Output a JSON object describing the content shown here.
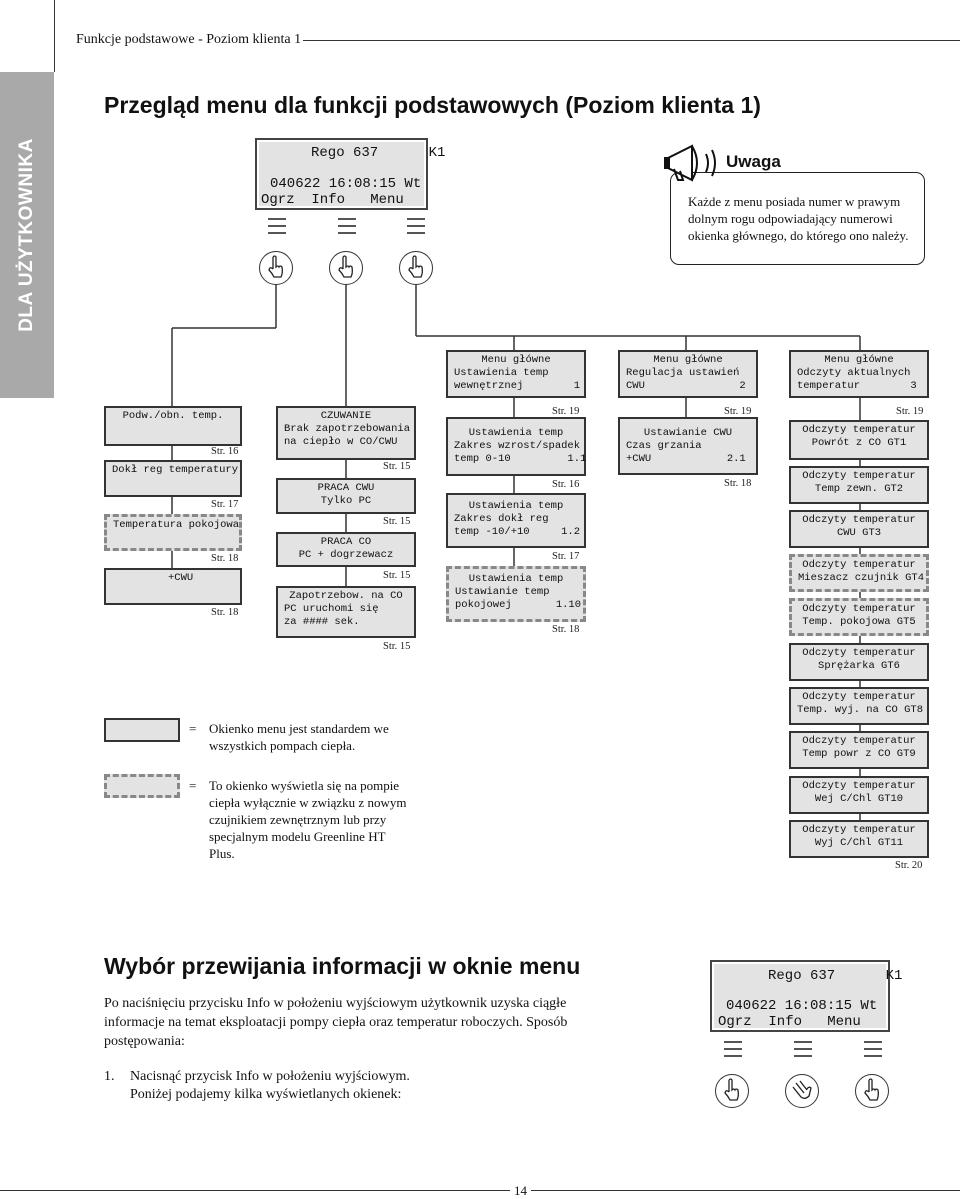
{
  "header": {
    "title": "Funkcje podstawowe - Poziom klienta 1"
  },
  "sidebar": {
    "label": "DLA UŻYTKOWNIKA"
  },
  "section1": {
    "title": "Przegląd menu dla funkcji podstawowych (Poziom klienta 1)"
  },
  "lcd_main": {
    "line1": "Rego 637      K1",
    "line2": "040622 16:08:15 Wt",
    "line3": "Ogrz  Info   Menu"
  },
  "note": {
    "title": "Uwaga",
    "text": "Każde z menu posiada numer w prawym dolnym rogu odpowiadający numerowi okienka głównego, do którego ono należy."
  },
  "col1": {
    "box1": "Podw./obn. temp.",
    "str1": "Str. 16",
    "box2": "Dokł reg temperatury",
    "str2": "Str. 17",
    "box3": "Temperatura pokojowa",
    "str3": "Str. 18",
    "box4": "+CWU",
    "str4": "Str. 18"
  },
  "col2": {
    "box1": [
      "CZUWANIE",
      "Brak zapotrzebowania",
      "na ciepło w CO/CWU"
    ],
    "str1": "Str. 15",
    "box2": [
      "PRACA CWU",
      "Tylko PC"
    ],
    "str2": "Str. 15",
    "box3": [
      "PRACA CO",
      "PC + dogrzewacz"
    ],
    "str3": "Str. 15",
    "box4": [
      "Zapotrzebow. na CO",
      "PC uruchomi się",
      "za #### sek."
    ],
    "str4": "Str. 15"
  },
  "col3": {
    "header": [
      "Menu główne",
      "Ustawienia temp",
      "wewnętrznej        1"
    ],
    "str0": "Str. 19",
    "box1": [
      "Ustawienia temp",
      "Zakres wzrost/spadek",
      "temp 0-10         1.1"
    ],
    "str1": "Str. 16",
    "box2": [
      "Ustawienia temp",
      "Zakres dokł reg",
      "temp -10/+10     1.2"
    ],
    "str2": "Str. 17",
    "box3": [
      "Ustawienia temp",
      "Ustawianie temp",
      "pokojowej       1.10"
    ],
    "str3": "Str. 18"
  },
  "col4": {
    "header": [
      "Menu główne",
      "Regulacja ustawień",
      "CWU               2"
    ],
    "str0": "Str. 19",
    "box1": [
      "Ustawianie CWU",
      "Czas grzania",
      "+CWU            2.1"
    ],
    "str1": "Str. 18"
  },
  "col5": {
    "header": [
      "Menu główne",
      "Odczyty aktualnych",
      "temperatur        3"
    ],
    "str0": "Str. 19",
    "items": [
      [
        "Odczyty temperatur",
        "Powrót z CO GT1"
      ],
      [
        "Odczyty temperatur",
        "Temp zewn. GT2"
      ],
      [
        "Odczyty temperatur",
        "CWU GT3"
      ],
      [
        "Odczyty temperatur",
        "Mieszacz czujnik GT4"
      ],
      [
        "Odczyty temperatur",
        "Temp. pokojowa GT5"
      ],
      [
        "Odczyty temperatur",
        "Sprężarka GT6"
      ],
      [
        "Odczyty temperatur",
        "Temp. wyj. na CO GT8"
      ],
      [
        "Odczyty temperatur",
        "Temp powr z CO GT9"
      ],
      [
        "Odczyty temperatur",
        "Wej C/Chl GT10"
      ],
      [
        "Odczyty temperatur",
        "Wyj C/Chl GT11"
      ]
    ],
    "str_end": "Str. 20"
  },
  "legend": {
    "eq": "=",
    "standard": "Okienko menu jest standardem we wszystkich pompach ciepła.",
    "special": "To okienko wyświetla się na pompie ciepła wyłącznie w związku z nowym czujnikiem zewnętrznym lub przy specjalnym modelu Greenline HT Plus."
  },
  "section2": {
    "title": "Wybór przewijania informacji w oknie menu",
    "intro": "Po naciśnięciu przycisku Info w położeniu wyjściowym użytkownik uzyska ciągłe informacje na temat eksploatacji pompy ciepła oraz temperatur roboczych. Sposób postępowania:",
    "step_num": "1.",
    "step_line1": "Nacisnąć przycisk Info w położeniu wyjściowym.",
    "step_line2": "Poniżej podajemy kilka wyświetlanych okienek:"
  },
  "lcd_second": {
    "line1": "Rego 637      K1",
    "line2": "040622 16:08:15 Wt",
    "line3": "Ogrz  Info   Menu"
  },
  "footer": {
    "page": "14"
  }
}
